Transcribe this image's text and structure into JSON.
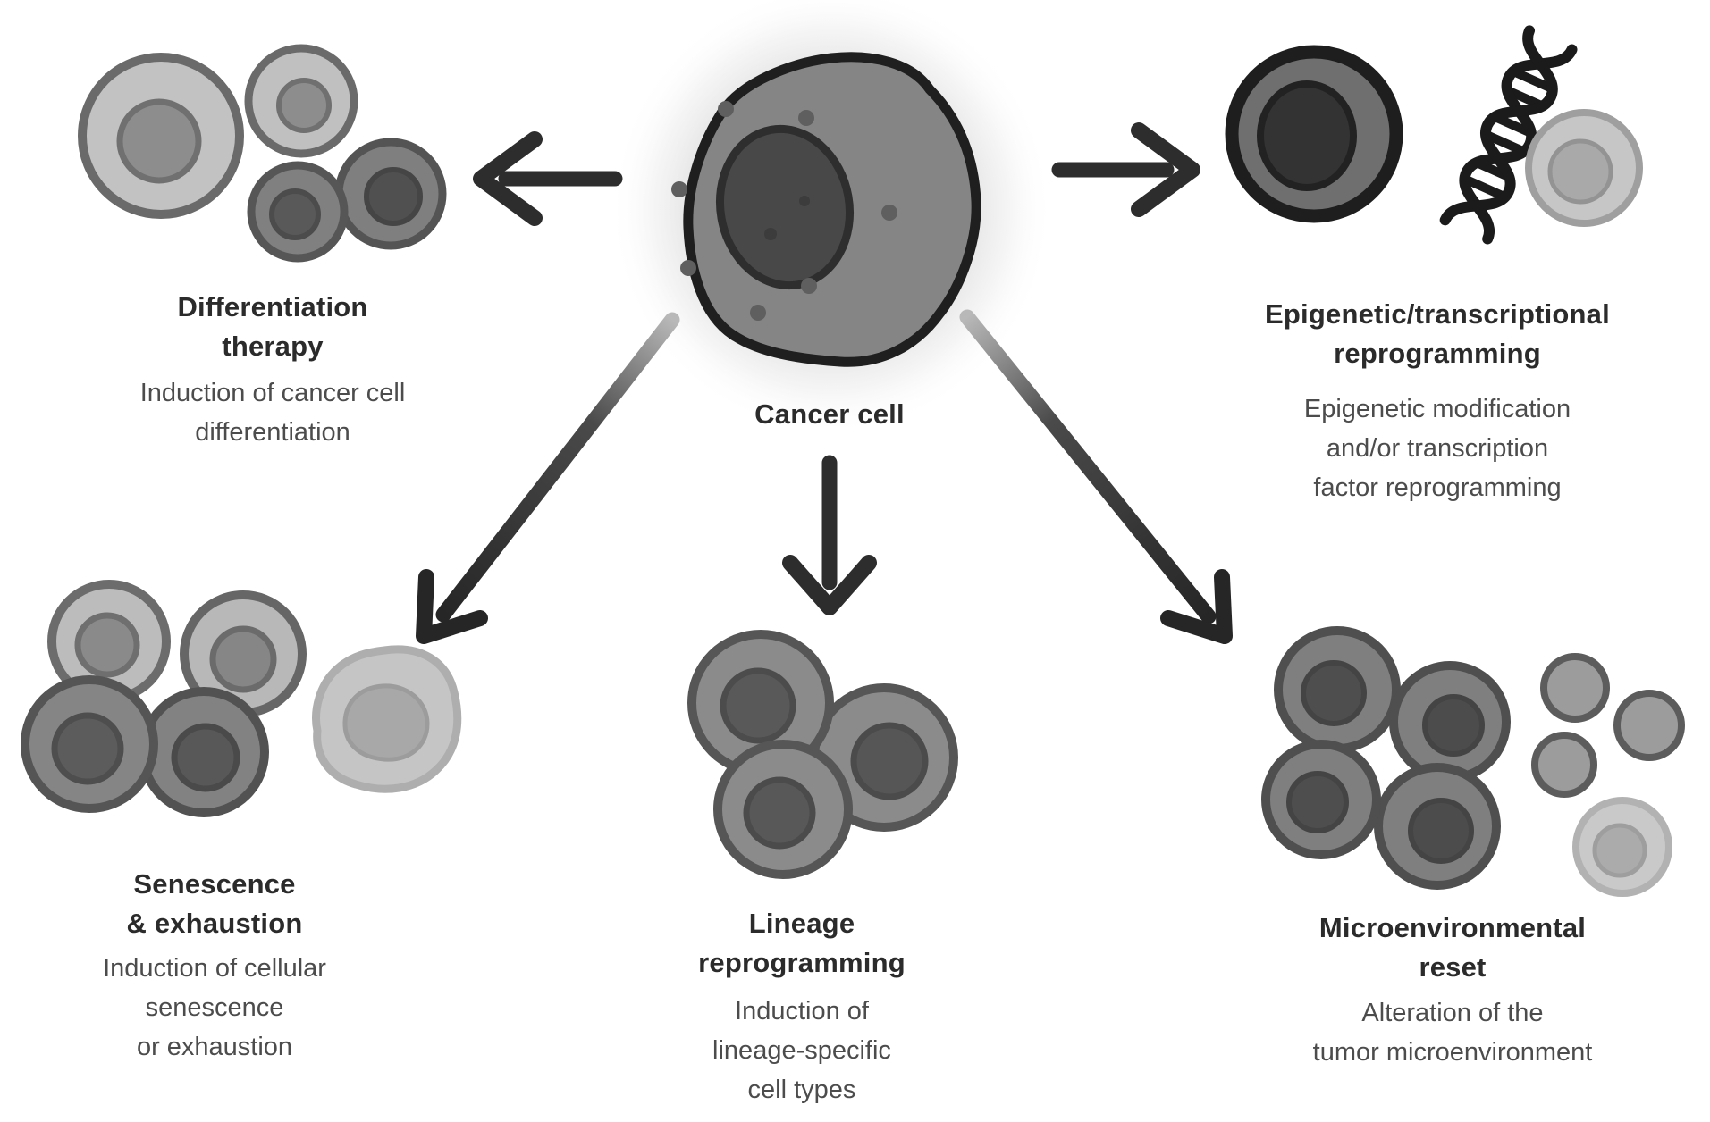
{
  "center": {
    "label": "Cancer cell"
  },
  "sections": {
    "differentiation": {
      "title": "Differentiation\ntherapy",
      "description": "Induction of cancer cell\ndifferentiation"
    },
    "epigenetic": {
      "title": "Epigenetic/transcriptional\nreprogramming",
      "description": "Epigenetic modification\nand/or transcription\nfactor reprogramming"
    },
    "senescence": {
      "title": "Senescence\n& exhaustion",
      "description": "Induction of cellular\nsenescence\nor exhaustion"
    },
    "lineage": {
      "title": "Lineage\nreprogramming",
      "description": "Induction of\nlineage-specific\ncell types"
    },
    "microenvironment": {
      "title": "Microenvironmental\nreset",
      "description": "Alteration of the\ntumor microenvironment"
    }
  },
  "icons": {
    "center": "cancer-cell-icon",
    "differentiation": "differentiated-cells-icon",
    "epigenetic": [
      "reprogrammed-nucleus-cell-icon",
      "dna-helix-icon",
      "reprogrammed-cell-icon"
    ],
    "senescence": "senescent-cells-icon",
    "lineage": "lineage-cells-icon",
    "microenvironment": "microenvironment-cells-icon"
  },
  "colors": {
    "background": "#ffffff",
    "title_text": "#2b2b2b",
    "body_text": "#4c4c4c",
    "arrow": "#2d2d2d",
    "cell_dark": "#7f7f7f",
    "cell_medium": "#8b8b8b",
    "cell_light": "#c2c2c2",
    "nucleus_dark": "#4a4a4a",
    "outline_dark": "#1f1f1f"
  }
}
